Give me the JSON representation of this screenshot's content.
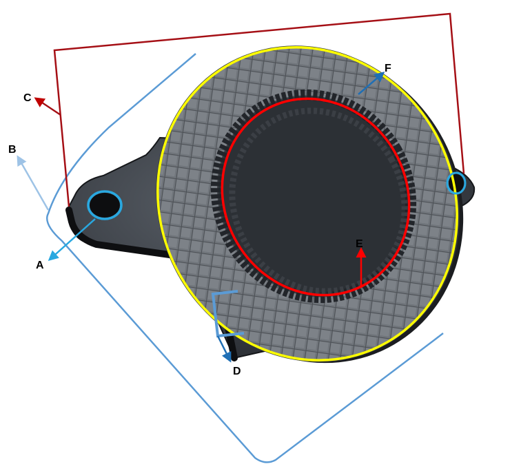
{
  "labels": {
    "A": "A",
    "B": "B",
    "C": "C",
    "D": "D",
    "E": "E",
    "F": "F"
  },
  "colors": {
    "annotation_blue": "#5b9bd5",
    "arrow_blue": "#1f6fb5",
    "light_blue_arrow": "#9ec3e6",
    "hole_ring": "#29a8e0",
    "bracket_red": "#a50f15",
    "inner_red": "#ff0000",
    "outer_yellow": "#ffff00",
    "friction_gray": "#6d7278",
    "plate_dark": "#2a2e33"
  }
}
